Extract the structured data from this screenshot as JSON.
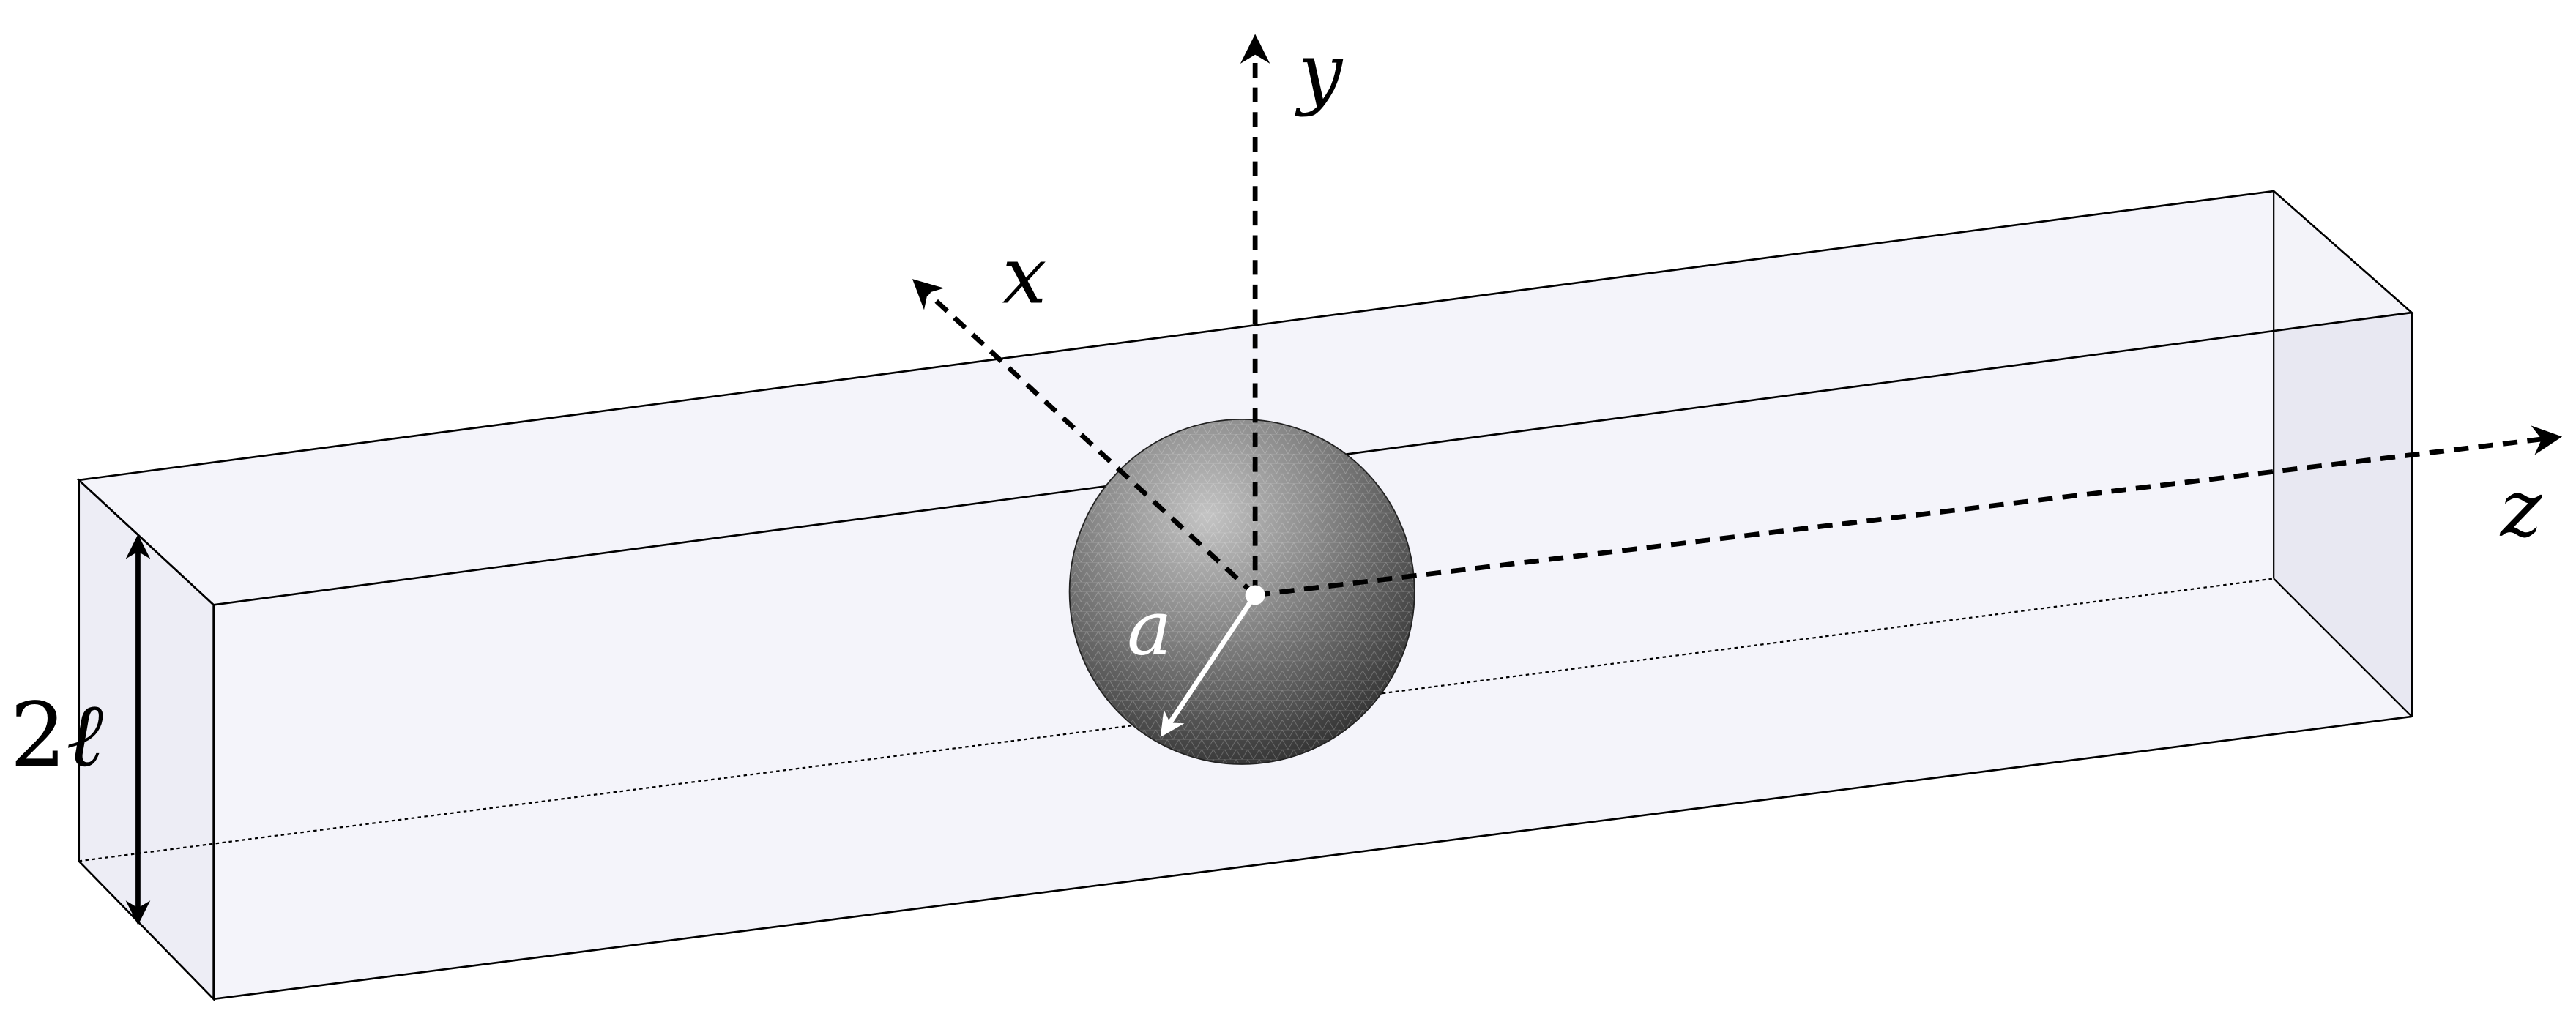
{
  "diagram": {
    "axes": {
      "x_label": "x",
      "y_label": "y",
      "z_label": "z"
    },
    "sphere": {
      "radius_label": "a"
    },
    "duct": {
      "height_label_number": "2",
      "height_label_symbol": "ℓ"
    }
  }
}
